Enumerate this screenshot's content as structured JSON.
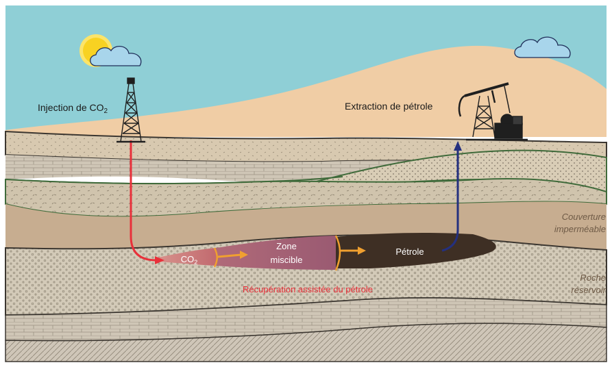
{
  "labels": {
    "injection": "Injection de CO",
    "injection_sub": "2",
    "extraction": "Extraction de pétrole",
    "cap_rock_line1": "Couverture",
    "cap_rock_line2": "imperméable",
    "reservoir_line1": "Roche",
    "reservoir_line2": "réservoir",
    "co2_zone": "CO",
    "co2_zone_sub": "2",
    "miscible_line1": "Zone",
    "miscible_line2": "miscible",
    "oil_zone": "Pétrole",
    "eor_caption": "Récupération assistée du pétrole"
  },
  "colors": {
    "sky": "#8fcfd6",
    "sand_hill": "#f0cda5",
    "co2_flow": "#e8303a",
    "oil_flow": "#24307f",
    "push_arrows": "#f0a030",
    "eor_caption": "#e8303a",
    "oil_body": "#3e2f24"
  },
  "icons": {
    "sun": "sun-icon",
    "cloud_left": "cloud-icon",
    "cloud_right": "cloud-icon",
    "derrick": "drilling-derrick-icon",
    "pumpjack": "pumpjack-icon"
  }
}
